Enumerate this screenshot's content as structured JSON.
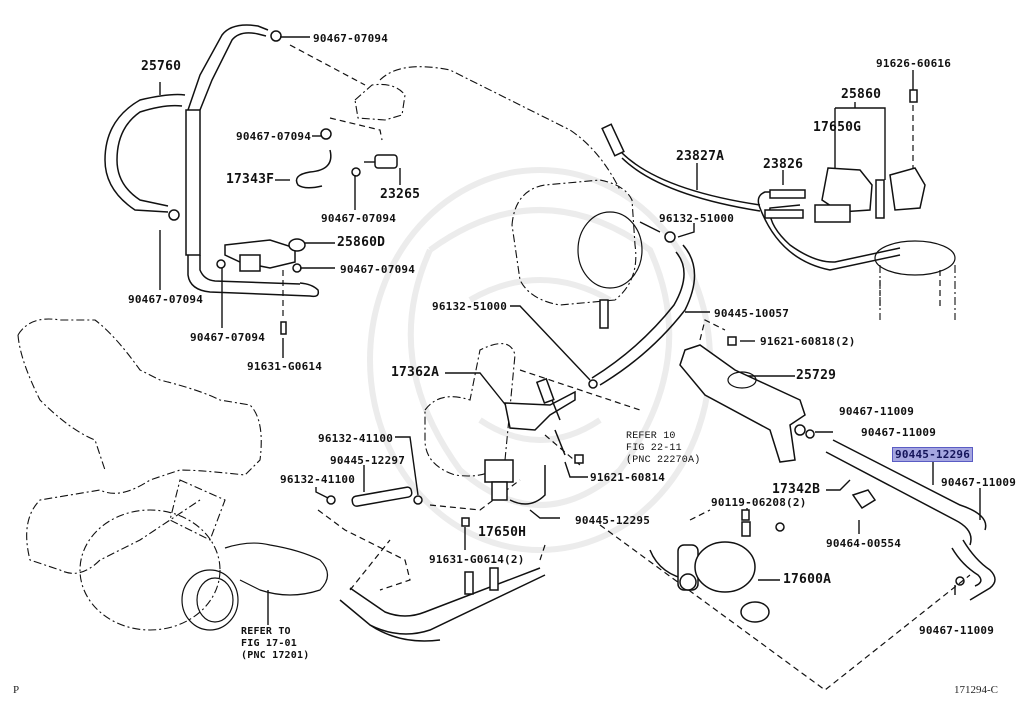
{
  "figure": {
    "page_marker": "P",
    "figure_code": "171294-C",
    "highlight_color": "#6e70cd",
    "highlighted_part": "90445-12296"
  },
  "labels": {
    "p25760": "25760",
    "p90467_07094_top": "90467-07094",
    "p90467_07094_mid": "90467-07094",
    "p17343F": "17343F",
    "p23265": "23265",
    "p90467_07094_23265": "90467-07094",
    "p25860D": "25860D",
    "p90467_07094_right": "90467-07094",
    "p90467_07094_left": "90467-07094",
    "p90467_07094_bottom": "90467-07094",
    "p91631_G0614": "91631-G0614",
    "p91626_60616": "91626-60616",
    "p25860": "25860",
    "p17650G": "17650G",
    "p23827A": "23827A",
    "p23826": "23826",
    "p96132_51000_top": "96132-51000",
    "p96132_51000_mid": "96132-51000",
    "p90445_10057": "90445-10057",
    "p91621_60818": "91621-60818(2)",
    "p25729": "25729",
    "p17362A": "17362A",
    "p90467_11009_a": "90467-11009",
    "p90467_11009_b": "90467-11009",
    "p90445_12296": "90445-12296",
    "p90467_11009_c": "90467-11009",
    "p17342B": "17342B",
    "p90119_06208": "90119-06208(2)",
    "p90464_00554": "90464-00554",
    "p17600A": "17600A",
    "p90467_11009_d": "90467-11009",
    "p96132_41100_a": "96132-41100",
    "p90445_12297": "90445-12297",
    "p96132_41100_b": "96132-41100",
    "p91621_60814": "91621-60814",
    "p17650H": "17650H",
    "p90445_12295": "90445-12295",
    "p91631_G0614_2": "91631-G0614(2)"
  },
  "notes": {
    "refer_fig_22": "REFER 10\nFIG 22-11\n(PNC 22270A)",
    "refer_fig_17": "REFER TO\nFIG 17-01\n(PNC 17201)"
  }
}
